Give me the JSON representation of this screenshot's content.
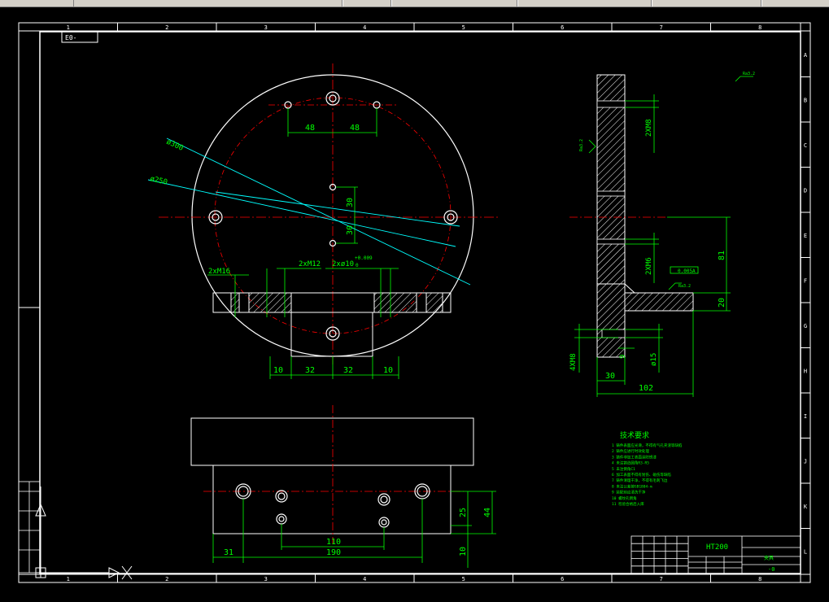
{
  "title_block": {
    "material": "HT200",
    "drawing_label": "夹具",
    "scale": "-0"
  },
  "frame": {
    "columns": [
      "1",
      "2",
      "3",
      "4",
      "5",
      "6",
      "7",
      "8"
    ],
    "rows": [
      "A",
      "B",
      "C",
      "D",
      "E",
      "F",
      "G",
      "H",
      "I",
      "J",
      "K",
      "L"
    ],
    "sheet_code": "E0-"
  },
  "front_view": {
    "dia_outer": "ø300",
    "dia_pitch": "ø250",
    "dim_48_left": "48",
    "dim_48_right": "48",
    "dim_30_upper": "30",
    "dim_30_lower": "30",
    "label_2xM16": "2xM16",
    "label_2xM12": "2xM12",
    "label_2xphi10": "2xø10",
    "tol_plus": "+0.009",
    "tol_zero": "0",
    "dim_10_left": "10",
    "dim_32_left": "32",
    "dim_32_right": "32",
    "dim_10_right": "10"
  },
  "side_view": {
    "label_2xM8": "2XM8",
    "label_2xM6": "2XM6",
    "dim_81": "81",
    "dim_20": "20",
    "label_4xM8": "4XM8",
    "dim_9": "9",
    "dim_phi15": "ø15",
    "dim_30": "30",
    "dim_102": "102",
    "datum_a": "A",
    "datum_tol": "0.005",
    "rough_1": "Ra3.2",
    "rough_2": "Ra3.2",
    "rough_top": "Ra3.2"
  },
  "plan_view": {
    "dim_25": "25",
    "dim_44": "44",
    "dim_10": "10",
    "dim_31": "31",
    "dim_110": "110",
    "dim_190": "190"
  },
  "tech_req": {
    "heading": "技术要求",
    "items": [
      "1 铸件表面应光滑，不得有气孔夹渣等缺陷",
      "2 铸件应进行时效处理",
      "3 铸件非加工表面涂防锈漆",
      "4 未注铸造圆角R3-R5",
      "5 未注倒角C1",
      "6 加工表面不得有划伤、碰伤等缺陷",
      "7 铸件清理干净，不得有毛刺飞边",
      "8 未注公差按GB1804-m",
      "9 装配前应清洗干净",
      "10 螺纹孔倒角",
      "11 检验合格后入库"
    ]
  },
  "colors": {
    "background": "#000000",
    "frame": "#ffffff",
    "dimension": "#00ff00",
    "centerline": "#ff0000",
    "leader": "#00ffff",
    "hatch": "#ffff00"
  }
}
